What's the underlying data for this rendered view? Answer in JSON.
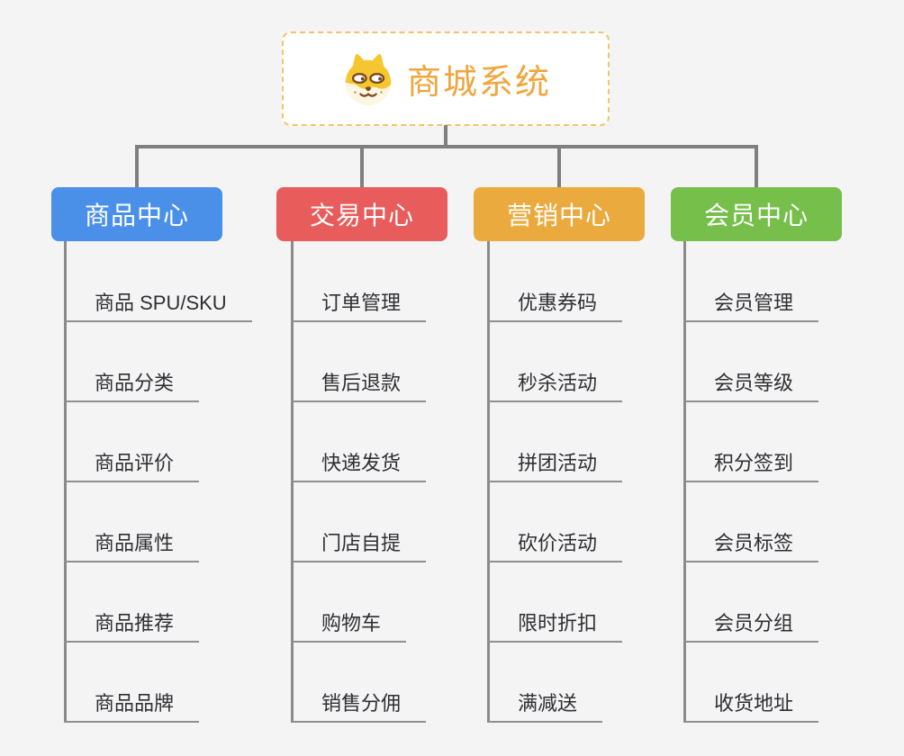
{
  "root": {
    "title": "商城系统",
    "icon": "dog-face-icon"
  },
  "branches": [
    {
      "label": "商品中心",
      "color": "#4A90E8",
      "items": [
        "商品 SPU/SKU",
        "商品分类",
        "商品评价",
        "商品属性",
        "商品推荐",
        "商品品牌"
      ]
    },
    {
      "label": "交易中心",
      "color": "#E85C5C",
      "items": [
        "订单管理",
        "售后退款",
        "快递发货",
        "门店自提",
        "购物车",
        "销售分佣"
      ]
    },
    {
      "label": "营销中心",
      "color": "#EBAA3E",
      "items": [
        "优惠券码",
        "秒杀活动",
        "拼团活动",
        "砍价活动",
        "限时折扣",
        "满减送"
      ]
    },
    {
      "label": "会员中心",
      "color": "#77BF4B",
      "items": [
        "会员管理",
        "会员等级",
        "积分签到",
        "会员标签",
        "会员分组",
        "收货地址"
      ]
    }
  ],
  "colors": {
    "background": "#F4F4F5",
    "root_border": "#F4C469",
    "root_title": "#F0A53C",
    "connector": "#7F7F7F",
    "underline": "#8F8F8F",
    "item_text": "#2F2F33"
  }
}
